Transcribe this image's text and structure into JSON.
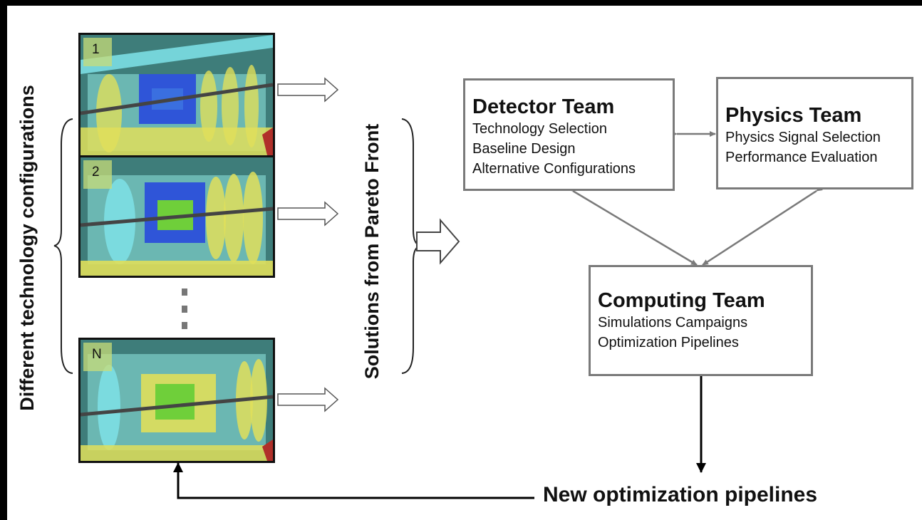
{
  "left_axis_label": "Different technology configurations",
  "middle_axis_label": "Solutions from Pareto Front",
  "panels": [
    {
      "label": "1"
    },
    {
      "label": "2"
    },
    {
      "label": "N"
    }
  ],
  "teams": {
    "detector": {
      "title": "Detector Team",
      "lines": [
        "Technology Selection",
        "Baseline Design",
        "Alternative Configurations"
      ]
    },
    "physics": {
      "title": "Physics Team",
      "lines": [
        "Physics Signal Selection",
        "Performance Evaluation"
      ]
    },
    "computing": {
      "title": "Computing Team",
      "lines": [
        "Simulations Campaigns",
        "Optimization Pipelines"
      ]
    }
  },
  "footer_label": "New optimization pipelines",
  "colors": {
    "arrow_gray": "#7a7a7a",
    "detector_background": "#3e7d7a",
    "yellow_disk": "#e0df5a",
    "cyan_shell": "#7fe3ea",
    "blue_core": "#2f55d8",
    "green_core": "#6fcf3a"
  }
}
